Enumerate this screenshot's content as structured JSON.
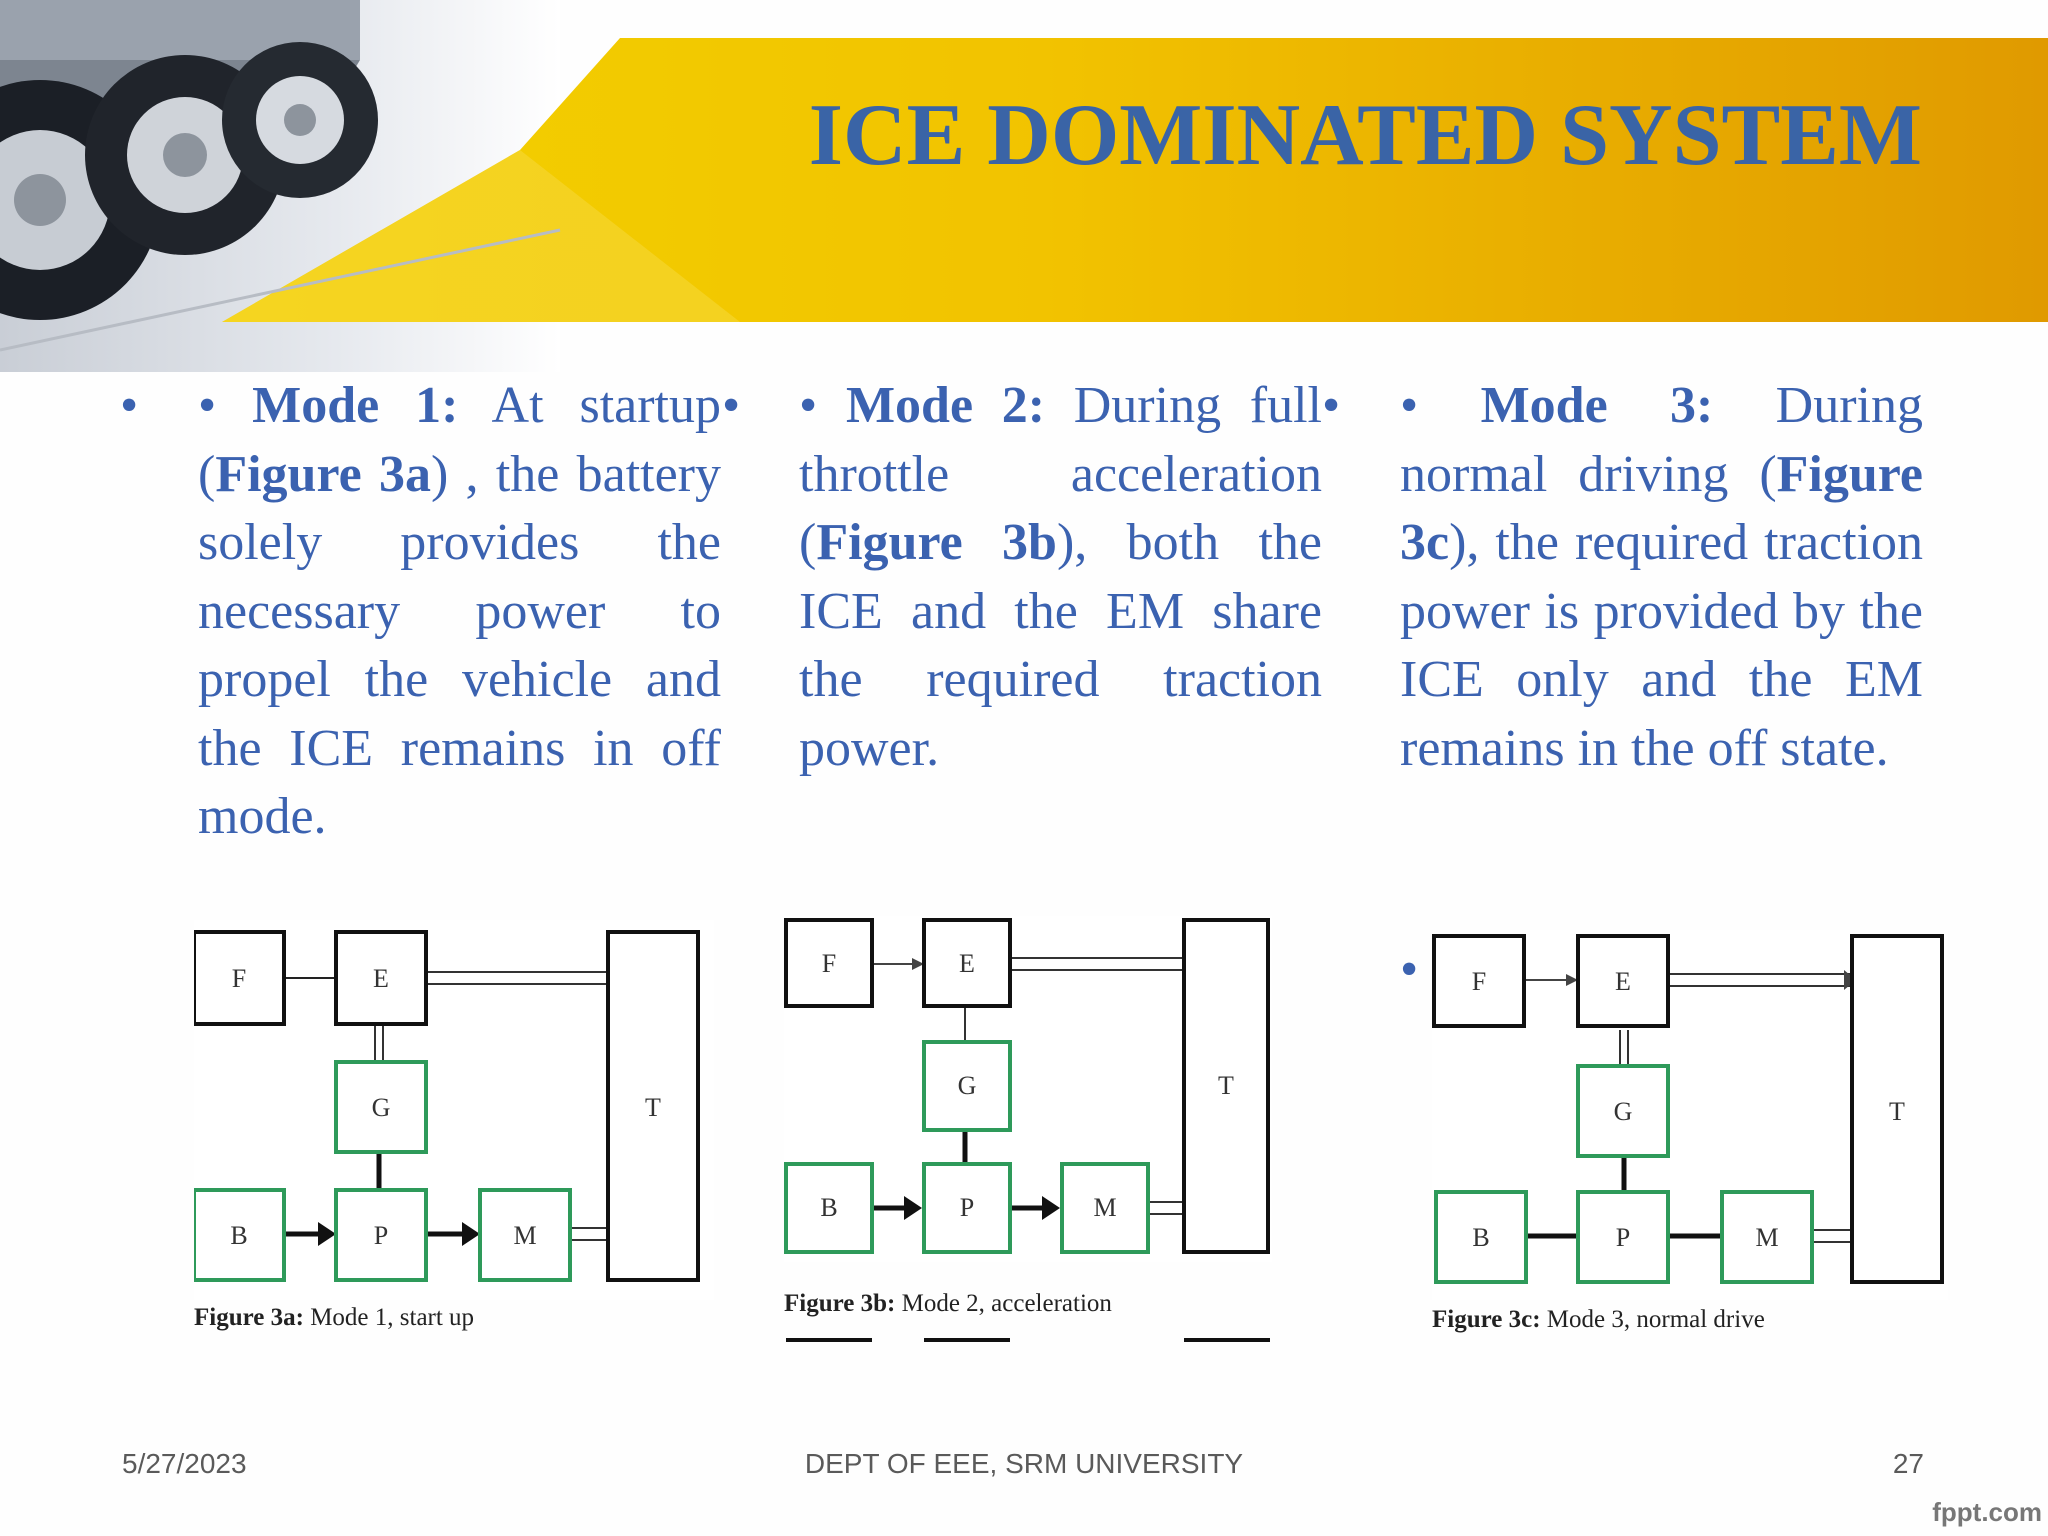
{
  "title": "ICE DOMINATED SYSTEM",
  "columns": [
    {
      "label": "Mode 1:",
      "text_before": " At startup (",
      "fig_ref": "Figure 3a",
      "text_after": ") , the battery solely provides the necessary power to propel the vehicle and the ICE remains in off mode."
    },
    {
      "label": "Mode 2:",
      "text_before": " During full throttle acceleration (",
      "fig_ref": "Figure 3b",
      "text_after": "), both the ICE and the EM share the required traction power."
    },
    {
      "label": "Mode 3:",
      "text_before": " During normal driving (",
      "fig_ref": "Figure 3c",
      "text_after": "), the required traction power is provided by the ICE only and the EM remains in the off state."
    }
  ],
  "bullet": "•",
  "figures": [
    {
      "boxes": [
        "F",
        "E",
        "G",
        "B",
        "P",
        "M",
        "T"
      ],
      "caption_bold": "Figure 3a:",
      "caption_text": " Mode 1, start up"
    },
    {
      "boxes": [
        "F",
        "E",
        "G",
        "B",
        "P",
        "M",
        "T"
      ],
      "caption_bold": "Figure 3b:",
      "caption_text": " Mode 2, acceleration"
    },
    {
      "boxes": [
        "F",
        "E",
        "G",
        "B",
        "P",
        "M",
        "T"
      ],
      "caption_bold": "Figure 3c:",
      "caption_text": " Mode 3, normal drive"
    }
  ],
  "footer": {
    "date": "5/27/2023",
    "dept": "DEPT OF EEE, SRM UNIVERSITY",
    "page": "27"
  },
  "brand": "fppt.com",
  "colors": {
    "title": "#3a64a6",
    "body_text": "#3b62b0",
    "banner_yellow": "#f2c400",
    "banner_orange": "#e0a000",
    "box_green": "#2e9a5a"
  }
}
